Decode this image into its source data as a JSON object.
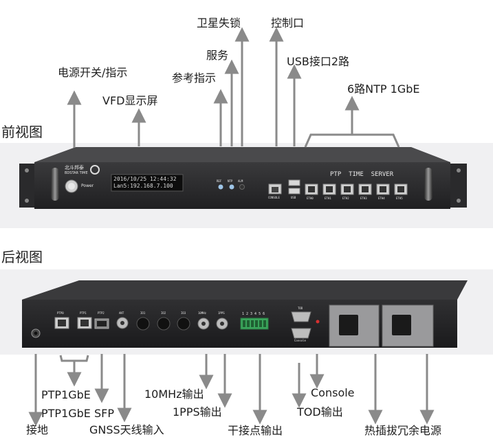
{
  "sections": {
    "front": "前视图",
    "rear": "后视图"
  },
  "front_labels": {
    "power": "电源开关/指示",
    "vfd": "VFD显示屏",
    "ref": "参考指示",
    "service": "服务",
    "sat": "卫星失锁",
    "console": "控制口",
    "usb": "USB接口2路",
    "ntp": "6路NTP 1GbE"
  },
  "rear_labels": {
    "ptp1": "PTP1GbE",
    "ptp_sfp": "PTP1GbE SFP",
    "ground": "接地",
    "gnss": "GNSS天线输入",
    "mhz": "10MHz输出",
    "pps": "1PPS输出",
    "relay": "干接点输出",
    "console": "Console",
    "tod": "TOD输出",
    "psu": "热插拔冗余电源"
  },
  "device": {
    "brand_cn": "北斗邦泰",
    "brand_en": "BDSTAR TIME",
    "power_text": "Power",
    "vfd_line1": "2016/10/25 12:44:32",
    "vfd_line2": "Lan5:192.168.7.100",
    "led_labels": [
      "REF",
      "NTP",
      "ALM"
    ],
    "panel_title": "PTP  TIME  SERVER",
    "console_port": "CONSOLE",
    "usb_port": "USB",
    "eth_ports": [
      "ETH0",
      "ETH1",
      "ETH2",
      "ETH3",
      "ETH4",
      "ETH5"
    ],
    "rear_ports": [
      "PTP0",
      "PTP1",
      "PTP2",
      "ANT",
      "IO1",
      "IO2",
      "IO3",
      "10MHz",
      "1PPS"
    ],
    "terminal_numbers": "1 2 3 4 5 6",
    "tod_port": "TOD",
    "console_rear": "Console"
  },
  "colors": {
    "arrow": "#8a8a8a",
    "chassis": "#2b2b2d",
    "panel_bg": "#f0f0f2",
    "terminal": "#3aa55b",
    "vfd_text": "#d8d8d8"
  }
}
